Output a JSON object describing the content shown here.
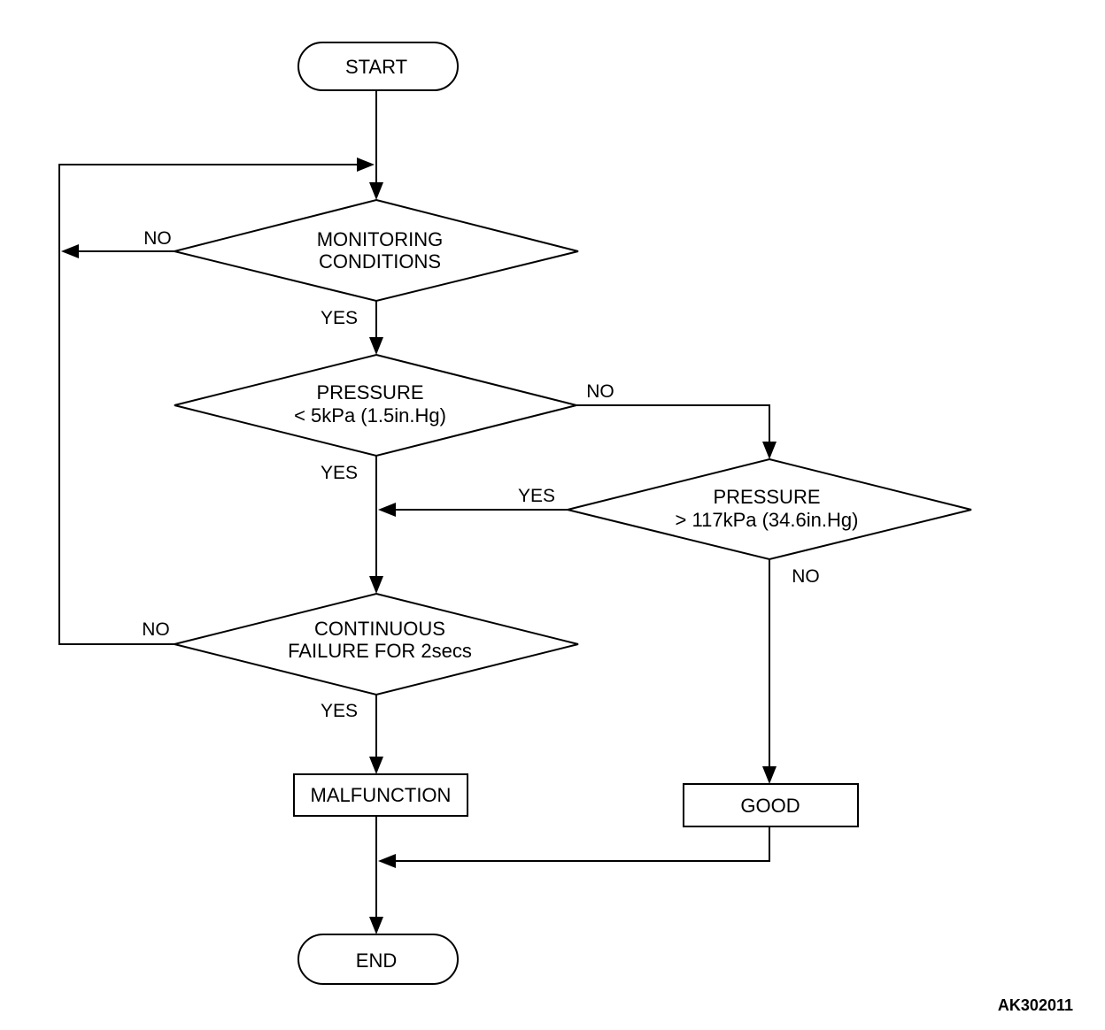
{
  "nodes": {
    "start": "START",
    "monitoring_1": "MONITORING",
    "monitoring_2": "CONDITIONS",
    "pressure_low_1": "PRESSURE",
    "pressure_low_2": "< 5kPa (1.5in.Hg)",
    "pressure_high_1": "PRESSURE",
    "pressure_high_2": "> 117kPa (34.6in.Hg)",
    "continuous_1": "CONTINUOUS",
    "continuous_2": "FAILURE FOR 2secs",
    "malfunction": "MALFUNCTION",
    "good": "GOOD",
    "end": "END"
  },
  "labels": {
    "monitoring_no": "NO",
    "monitoring_yes": "YES",
    "pressure_low_no": "NO",
    "pressure_low_yes": "YES",
    "pressure_high_yes": "YES",
    "pressure_high_no": "NO",
    "continuous_no": "NO",
    "continuous_yes": "YES"
  },
  "figure_code": "AK302011"
}
